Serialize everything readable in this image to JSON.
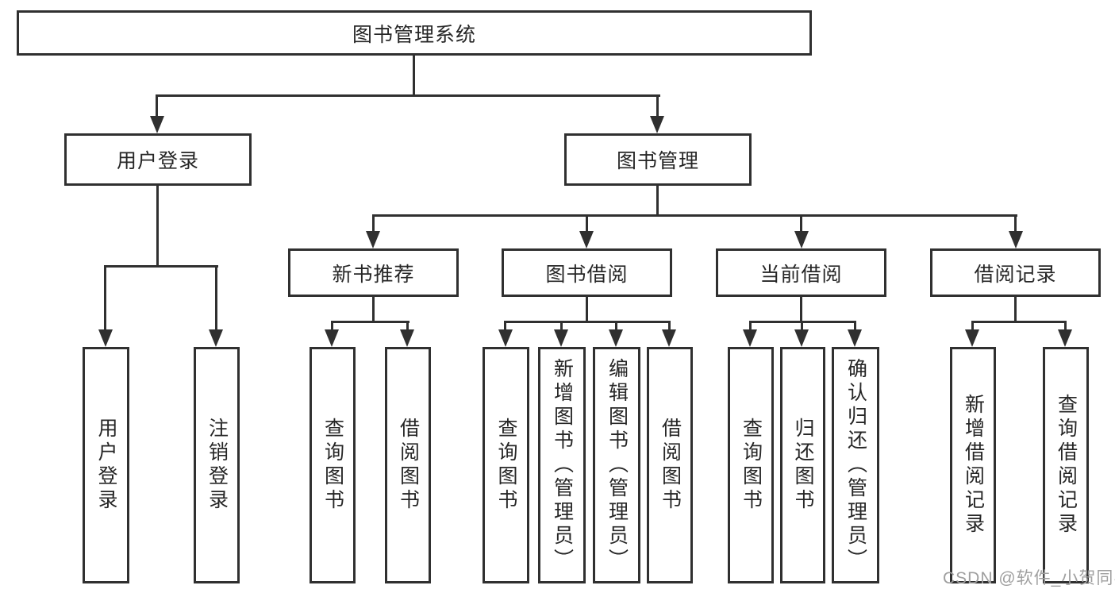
{
  "title": "图书管理系统",
  "branches": {
    "user_login": {
      "label": "用户登录",
      "children": [
        "用户登录",
        "注销登录"
      ]
    },
    "book_management": {
      "label": "图书管理",
      "sections": {
        "new_book": {
          "label": "新书推荐",
          "children": [
            "查询图书",
            "借阅图书"
          ]
        },
        "book_borrow": {
          "label": "图书借阅",
          "children": [
            "查询图书",
            "新增图书（管理员）",
            "编辑图书（管理员）",
            "借阅图书"
          ]
        },
        "current_borrow": {
          "label": "当前借阅",
          "children": [
            "查询图书",
            "归还图书",
            "确认归还（管理员）"
          ]
        },
        "borrow_records": {
          "label": "借阅记录",
          "children": [
            "新增借阅记录",
            "查询借阅记录"
          ]
        }
      }
    }
  },
  "watermark": "CSDN @软件_小贺同学",
  "colors": {
    "line": "#303030",
    "text": "#262626",
    "background": "#ffffff",
    "watermark": "#9f9f9f"
  }
}
